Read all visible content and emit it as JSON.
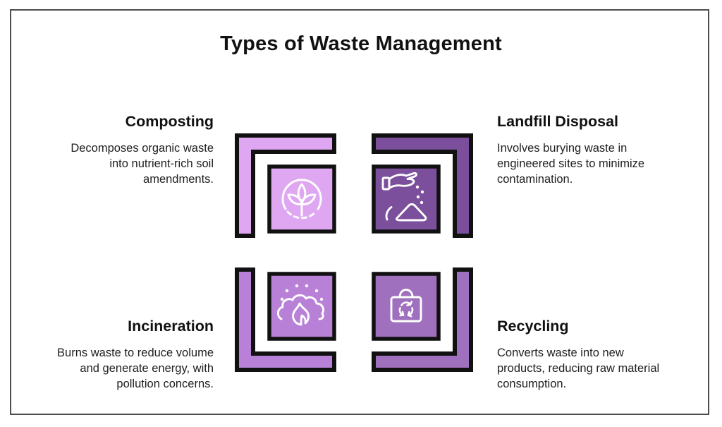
{
  "infographic": {
    "title": "Types of Waste Management",
    "items": [
      {
        "id": "composting",
        "title": "Composting",
        "description": "Decomposes organic waste\ninto nutrient-rich soil\namendments.",
        "color": "#dfa7f2",
        "icon": "sprout-in-circle-icon"
      },
      {
        "id": "landfill-disposal",
        "title": "Landfill Disposal",
        "description": "Involves burying waste in\nengineered sites to minimize\ncontamination.",
        "color": "#7b4f9b",
        "icon": "hand-dumping-waste-icon"
      },
      {
        "id": "incineration",
        "title": "Incineration",
        "description": "Burns waste to reduce volume\nand generate energy, with\npollution concerns.",
        "color": "#b881d7",
        "icon": "flame-smoke-cloud-icon"
      },
      {
        "id": "recycling",
        "title": "Recycling",
        "description": "Converts waste into new\nproducts, reducing raw material\nconsumption.",
        "color": "#9f70bd",
        "icon": "recycle-bag-icon"
      }
    ],
    "colors": {
      "outline": "#111111",
      "icon_stroke": "#ffffff",
      "frame_border": "#4d4d4d",
      "background": "#ffffff",
      "title_text": "#111111",
      "body_text": "#202020"
    }
  }
}
